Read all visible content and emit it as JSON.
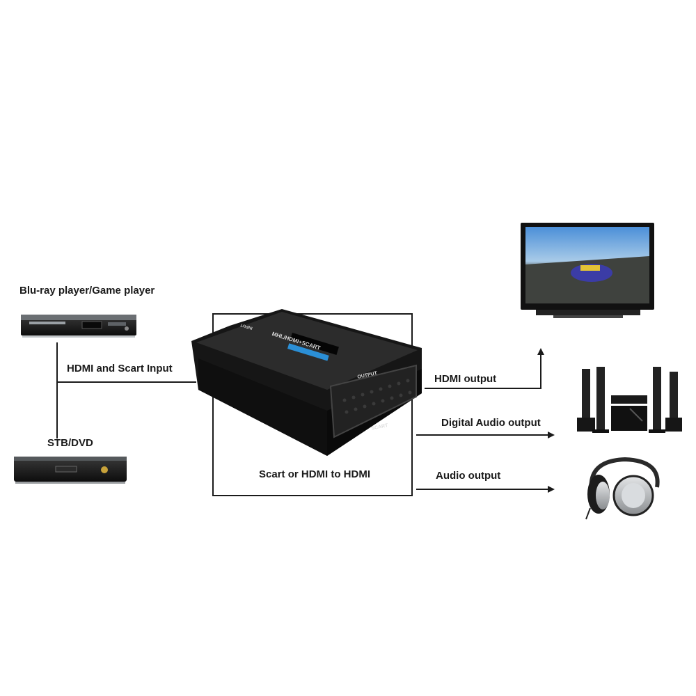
{
  "labels": {
    "source_top": "Blu-ray player/Game player",
    "input_link": "HDMI and Scart Input",
    "source_bottom": "STB/DVD",
    "converter_caption": "Scart or HDMI to HDMI",
    "out_hdmi": "HDMI output",
    "out_digital_audio": "Digital Audio output",
    "out_audio": "Audio output"
  },
  "device": {
    "top_label": "MHL/HDMI+SCART",
    "input_label": "INPUT",
    "output_label": "OUTPUT",
    "scart_label": "SCART",
    "accent_color": "#2b8fd6"
  }
}
